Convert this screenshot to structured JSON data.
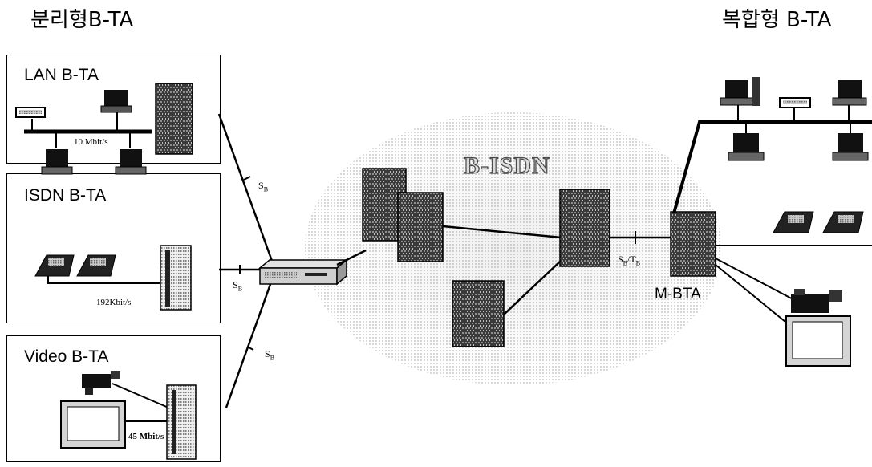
{
  "titles": {
    "left": "분리형B-TA",
    "right": "복합형 B-TA"
  },
  "panels": {
    "lan": {
      "label": "LAN B-TA",
      "rate": "10 Mbit/s"
    },
    "isdn": {
      "label": "ISDN B-TA",
      "rate": "192Kbit/s"
    },
    "video": {
      "label": "Video B-TA",
      "rate": "45 Mbit/s"
    }
  },
  "network": {
    "cloud_label": "B-ISDN",
    "mbta_label": "M-BTA"
  },
  "reference_points": {
    "sb_letter": "S",
    "sb_sub": "B",
    "tb_letter": "T",
    "tb_sub": "B",
    "slash": "/"
  }
}
